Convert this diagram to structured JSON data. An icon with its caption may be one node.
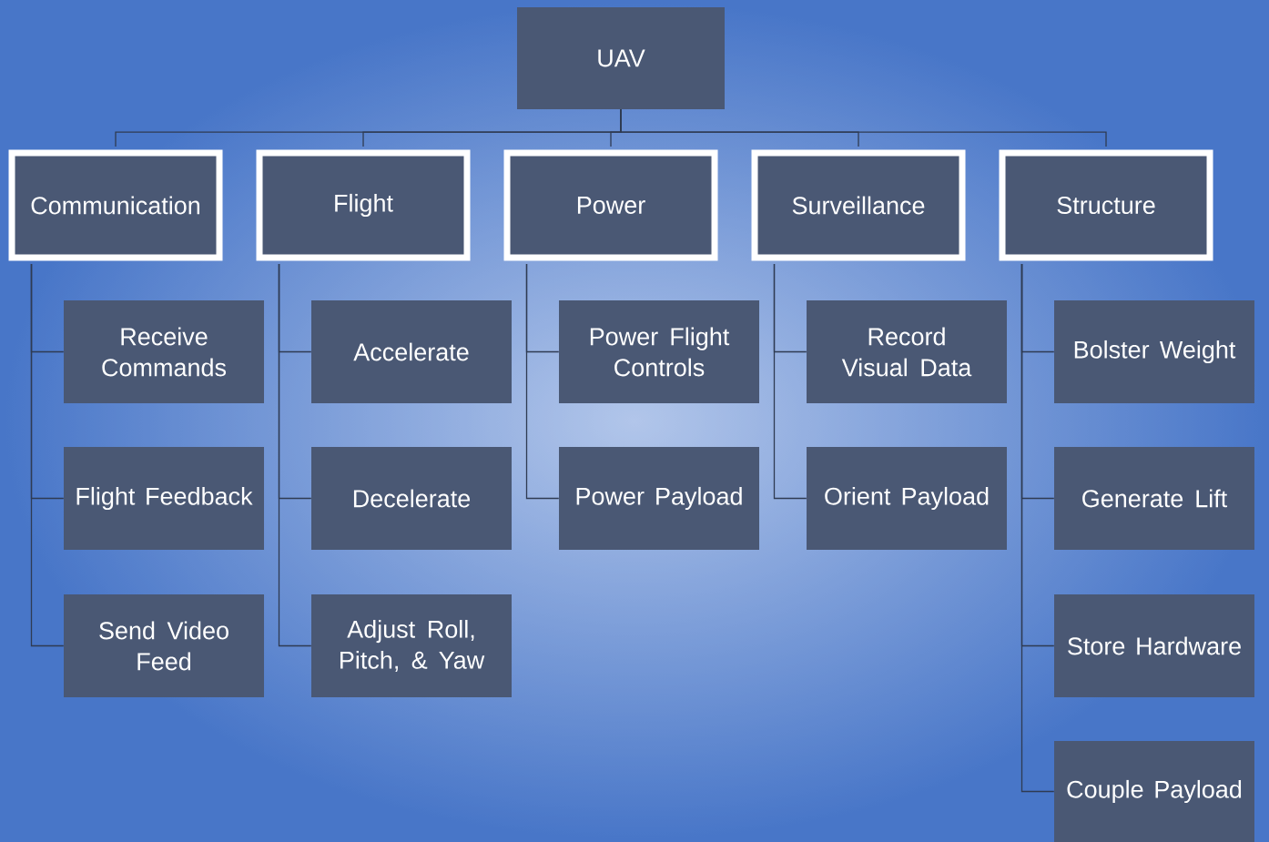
{
  "diagram": {
    "nodes": [
      {
        "text": [
          "UAV"
        ]
      },
      {
        "text": [
          "Communication"
        ]
      },
      {
        "text": [
          "Flight"
        ]
      },
      {
        "text": [
          "Power"
        ]
      },
      {
        "text": [
          "Surveillance"
        ]
      },
      {
        "text": [
          "Structure"
        ]
      },
      {
        "text": [
          "Receive Commands"
        ]
      },
      {
        "text": [
          "Flight Feedback"
        ]
      },
      {
        "text": [
          "Send Video Feed"
        ]
      },
      {
        "text": [
          "Accelerate"
        ]
      },
      {
        "text": [
          "Decelerate"
        ]
      },
      {
        "text": [
          "Adjust Roll, Pitch, & Yaw"
        ]
      },
      {
        "text": [
          "Power Flight Controls"
        ]
      },
      {
        "text": [
          "Power Payload"
        ]
      },
      {
        "text": [
          "Record Visual Data"
        ]
      },
      {
        "text": [
          "Orient Payload"
        ]
      },
      {
        "text": [
          "Bolster Weight"
        ]
      },
      {
        "text": [
          "Generate Lift"
        ]
      },
      {
        "text": [
          "Store Hardware"
        ]
      },
      {
        "text": [
          "Couple Payload"
        ]
      }
    ],
    "edges": [
      {
        "from": 0,
        "to": 1,
        "arrow": "none"
      },
      {
        "from": 0,
        "to": 2,
        "arrow": "none"
      },
      {
        "from": 0,
        "to": 3,
        "arrow": "none"
      },
      {
        "from": 0,
        "to": 4,
        "arrow": "none"
      },
      {
        "from": 0,
        "to": 5,
        "arrow": "none"
      },
      {
        "from": 1,
        "to": 6,
        "arrow": "none"
      },
      {
        "from": 1,
        "to": 7,
        "arrow": "none"
      },
      {
        "from": 1,
        "to": 8,
        "arrow": "none"
      },
      {
        "from": 2,
        "to": 9,
        "arrow": "none"
      },
      {
        "from": 2,
        "to": 10,
        "arrow": "none"
      },
      {
        "from": 2,
        "to": 11,
        "arrow": "none"
      },
      {
        "from": 3,
        "to": 12,
        "arrow": "none"
      },
      {
        "from": 3,
        "to": 13,
        "arrow": "none"
      },
      {
        "from": 4,
        "to": 14,
        "arrow": "none"
      },
      {
        "from": 4,
        "to": 15,
        "arrow": "none"
      },
      {
        "from": 5,
        "to": 16,
        "arrow": "none"
      },
      {
        "from": 5,
        "to": 17,
        "arrow": "none"
      },
      {
        "from": 5,
        "to": 18,
        "arrow": "none"
      },
      {
        "from": 5,
        "to": 19,
        "arrow": "none"
      }
    ]
  }
}
